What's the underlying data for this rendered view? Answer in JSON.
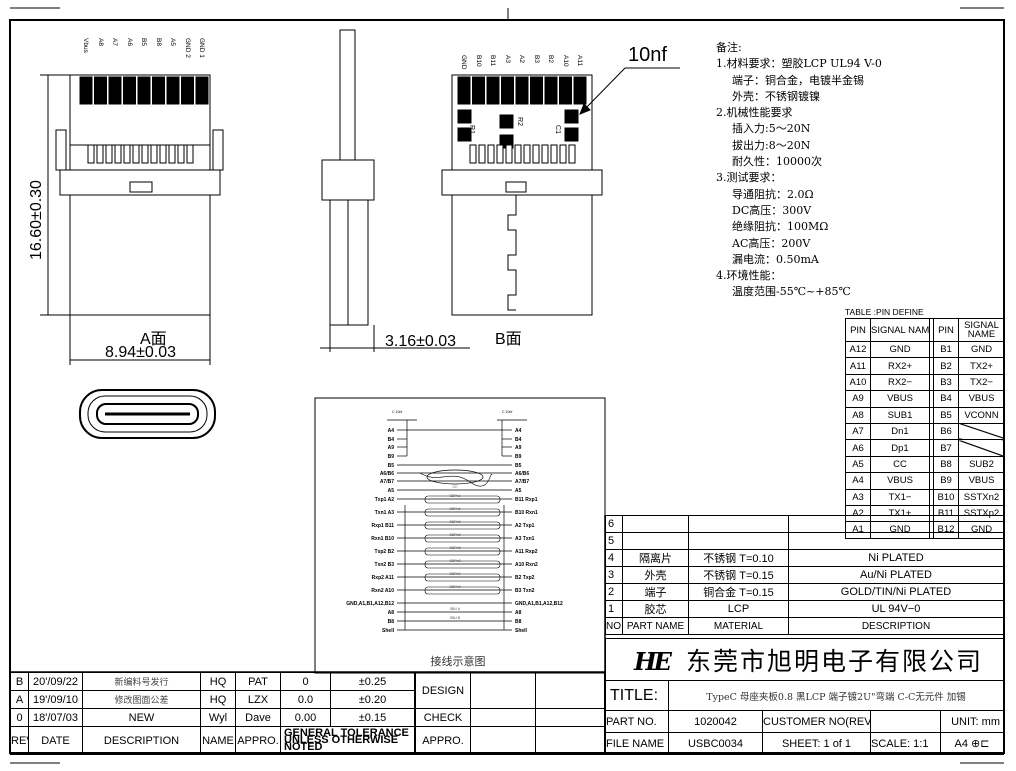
{
  "drawing": {
    "dim_height": "16.60±0.30",
    "dim_width": "8.94±0.03",
    "dim_thickness": "3.16±0.03",
    "view_a": "A面",
    "view_b": "B面",
    "callout": "10nf",
    "a_pins": [
      "Vbus",
      "A8",
      "A7",
      "A6",
      "B5",
      "B8",
      "A5",
      "GND 2",
      "GND 1"
    ],
    "b_pins": [
      "GND",
      "B10",
      "B11",
      "A3",
      "A2",
      "B3",
      "B2",
      "A10",
      "A11"
    ],
    "b_parts": [
      "R1",
      "R2",
      "C1"
    ]
  },
  "notes": {
    "title": "备注:",
    "items": [
      {
        "head": "1.材料要求：塑胶LCP UL94 V-0",
        "lines": [
          "端子：铜合金，电镀半金锡",
          "外壳：不锈钢镀镍"
        ]
      },
      {
        "head": "2.机械性能要求",
        "lines": [
          "插入力:5～20N",
          "拔出力:8～20N",
          "耐久性：10000次"
        ]
      },
      {
        "head": "3.测试要求：",
        "lines": [
          "导通阻抗：2.0Ω",
          "DC高压：300V",
          "绝缘阻抗：100MΩ",
          "AC高压：200V",
          "漏电流：0.50mA"
        ]
      },
      {
        "head": "4.环境性能：",
        "lines": [
          "温度范围-55℃~+85℃"
        ]
      }
    ]
  },
  "pin_table": {
    "title": "TABLE :PIN DEFINE",
    "headers": [
      "PIN",
      "SIGNAL NAME",
      "PIN",
      "SIGNAL NAME"
    ],
    "rows": [
      [
        "A12",
        "GND",
        "B1",
        "GND"
      ],
      [
        "A11",
        "RX2+",
        "B2",
        "TX2+"
      ],
      [
        "A10",
        "RX2−",
        "B3",
        "TX2−"
      ],
      [
        "A9",
        "VBUS",
        "B4",
        "VBUS"
      ],
      [
        "A8",
        "SUB1",
        "B5",
        "VCONN"
      ],
      [
        "A7",
        "Dn1",
        "B6",
        ""
      ],
      [
        "A6",
        "Dp1",
        "B7",
        ""
      ],
      [
        "A5",
        "CC",
        "B8",
        "SUB2"
      ],
      [
        "A4",
        "VBUS",
        "B9",
        "VBUS"
      ],
      [
        "A3",
        "TX1−",
        "B10",
        "SSTXn2"
      ],
      [
        "A2",
        "TX1+",
        "B11",
        "SSTXp2"
      ],
      [
        "A1",
        "GND",
        "B12",
        "GND"
      ]
    ]
  },
  "wiring": {
    "title": "接线示意图",
    "cap_label": "C 10nf",
    "rows": [
      {
        "l": "A4",
        "r": "A4"
      },
      {
        "l": "B4",
        "r": "B4"
      },
      {
        "l": "A9",
        "r": "A9"
      },
      {
        "l": "B9",
        "r": "B9"
      },
      {
        "l": "B5",
        "r": "B5",
        "m": ""
      },
      {
        "l": "A6/B6",
        "r": "A6/B6"
      },
      {
        "l": "A7/B7",
        "r": "A7/B7"
      },
      {
        "l": "A5",
        "r": "A5",
        "m": "CC"
      },
      {
        "l": "Txp1  A2",
        "r": "B11  Rxp1",
        "m": "SDPn1"
      },
      {
        "l": "Txn1  A3",
        "r": "B10  Rxn1",
        "m": "SDPn1"
      },
      {
        "l": "Rxp1  B11",
        "r": "A2  Txp1",
        "m": "SDPn2"
      },
      {
        "l": "Rxn1  B10",
        "r": "A3  Txn1",
        "m": "SDPn2"
      },
      {
        "l": "Txp2  B2",
        "r": "A11  Rxp2",
        "m": "SDPn3"
      },
      {
        "l": "Txn2  B3",
        "r": "A10  Rxn2",
        "m": "SDPn3"
      },
      {
        "l": "Rxp2  A11",
        "r": "B2  Txp2",
        "m": "SDPn4"
      },
      {
        "l": "Rxn2  A10",
        "r": "B3  Txn2",
        "m": "SDPn4"
      },
      {
        "l": "GND,A1,B1,A12,B12",
        "r": "GND,A1,B1,A12,B12"
      },
      {
        "l": "A8",
        "r": "A8",
        "m": "SBU A"
      },
      {
        "l": "B8",
        "r": "B8",
        "m": "SBU B"
      },
      {
        "l": "Shell",
        "r": "Shell"
      }
    ]
  },
  "parts": {
    "rows": [
      [
        "6",
        "",
        "",
        ""
      ],
      [
        "5",
        "",
        "",
        ""
      ],
      [
        "4",
        "隔离片",
        "不锈钢  T=0.10",
        "Ni  PLATED"
      ],
      [
        "3",
        "外壳",
        "不锈钢  T=0.15",
        "Au/Ni  PLATED"
      ],
      [
        "2",
        "端子",
        "铜合金  T=0.15",
        "GOLD/TIN/Ni  PLATED"
      ],
      [
        "1",
        "胶芯",
        "LCP",
        "UL  94V−0"
      ]
    ],
    "headers": [
      "NO.",
      "PART NAME",
      "MATERIAL",
      "DESCRIPTION"
    ]
  },
  "title_block": {
    "logo": "HE",
    "company": "东莞市旭明电子有限公司",
    "title_label": "TITLE:",
    "title": "TypeC 母座夹板0.8 黑LCP 端子镀2U\"弯端 C-C无元件 加锡",
    "part_no_label": "PART NO.",
    "part_no": "1020042",
    "customer_label": "CUSTOMER NO(REV)",
    "customer": "",
    "unit": "UNIT: mm",
    "file_label": "FILE NAME",
    "file": "USBC0034",
    "sheet": "SHEET: 1  of  1",
    "scale": "SCALE: 1:1",
    "size": "A4"
  },
  "revisions": {
    "rows": [
      [
        "B",
        "20'/09/22",
        "新编料号发行",
        "HQ",
        "PAT",
        "0",
        "±0.25"
      ],
      [
        "A",
        "19'/09/10",
        "修改图面公差",
        "HQ",
        "LZX",
        "0.0",
        "±0.20"
      ],
      [
        "0",
        "18'/07/03",
        "NEW",
        "Wyl",
        "Dave",
        "0.00",
        "±0.15"
      ]
    ],
    "headers": [
      "REV",
      "DATE",
      "DESCRIPTION",
      "NAME",
      "APPRO."
    ],
    "tolerance_note": "GENERAL TOLERANCE UNLESS OTHERWISE NOTED",
    "sign": [
      "DESIGN",
      "CHECK",
      "APPRO."
    ]
  }
}
